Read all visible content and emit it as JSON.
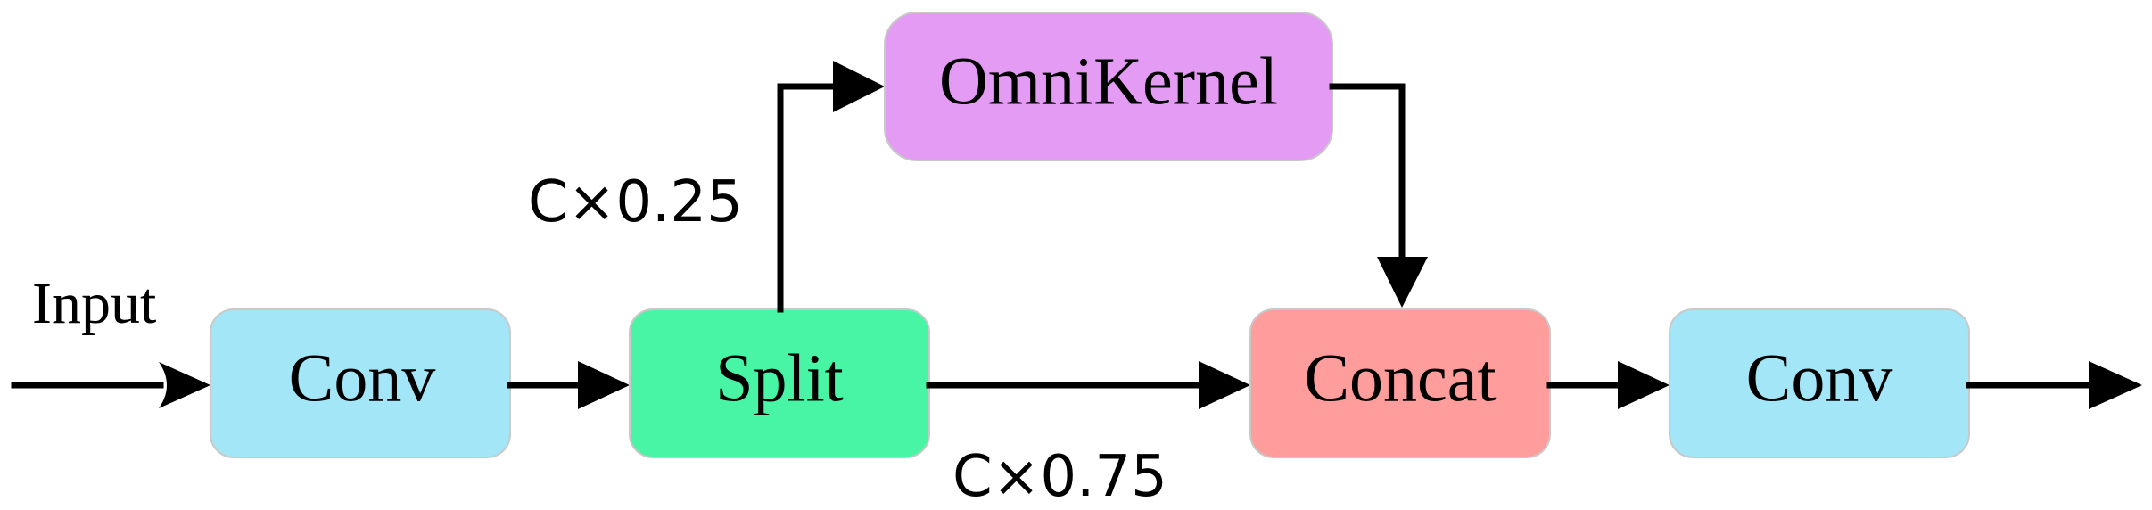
{
  "diagram": {
    "input_label": "Input",
    "blocks": {
      "conv1": {
        "label": "Conv",
        "color": "#a2e6f7"
      },
      "split": {
        "label": "Split",
        "color": "#48f5a5"
      },
      "omnikernel": {
        "label": "OmniKernel",
        "color": "#e49bf3"
      },
      "concat": {
        "label": "Concat",
        "color": "#ff9c9c"
      },
      "conv2": {
        "label": "Conv",
        "color": "#a2e6f7"
      }
    },
    "branch_labels": {
      "upper": "C×0.25",
      "lower": "C×0.75"
    }
  }
}
